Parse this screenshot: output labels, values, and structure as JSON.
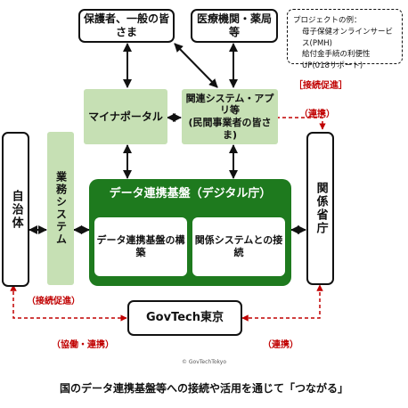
{
  "nodes": {
    "citizens": "保護者、一般の皆さま",
    "medical": "医療機関・薬局等",
    "mynaportal": "マイナポータル",
    "related_systems_line1": "関連システム・アプリ等",
    "related_systems_line2": "(民間事業者の皆さま)",
    "municipality": "自治体",
    "business_system": "業務システム",
    "platform_title": "データ連携基盤（デジタル庁）",
    "platform_build": "データ連携基盤の構築",
    "platform_connect": "関係システムとの接続",
    "ministries": "関係省庁",
    "govtech": "GovTech東京"
  },
  "project": {
    "heading": "プロジェクトの例：",
    "item1": "母子保健オンラインサービス(PMH)",
    "item2": "給付金手続の利便性UP(018サポート)"
  },
  "tags": {
    "continued_promotion": "［接続促進］",
    "cooperation_right": "（連携）",
    "connection_promotion": "（接続促進）",
    "collab_left": "（協働・連携）",
    "cooperation_bottom": "（連携）"
  },
  "copyright": "© GovTechTokyo",
  "caption": "国のデータ連携基盤等への接続や活用を通じて「つながる」",
  "colors": {
    "dark_green": "#1e7a1e",
    "light_green": "#c6e0b4",
    "accent_red": "#c00000"
  }
}
